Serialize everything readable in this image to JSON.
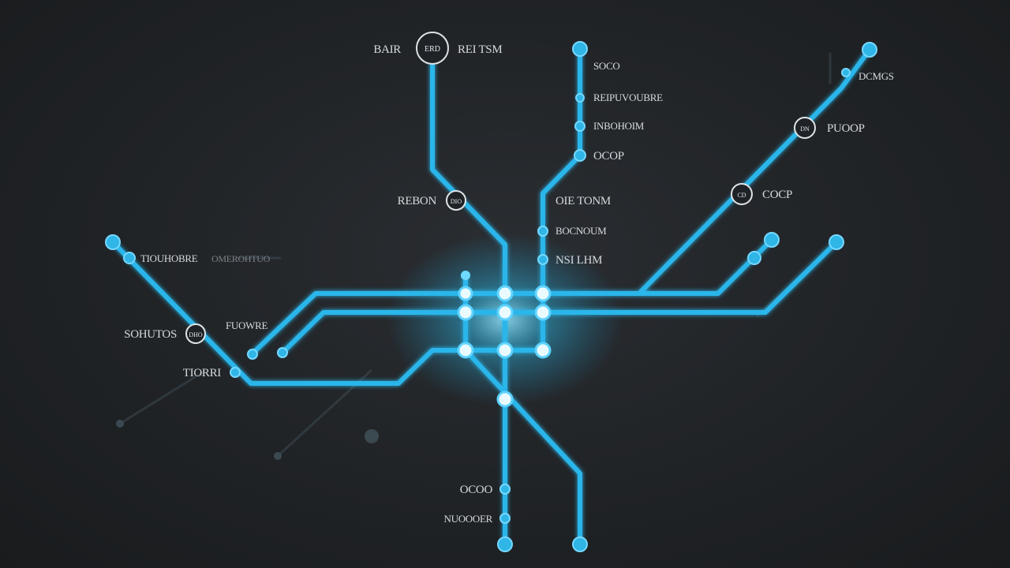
{
  "colors": {
    "line": "#29b6ea",
    "glow": "#7fe3ff",
    "background": "#202326",
    "text": "#d6dade"
  },
  "labels": {
    "bau": "BAIR",
    "rei_tsm": "REI TSM",
    "ring_top": "ERD",
    "sco": "SOCO",
    "reipuvoubre": "REIPUVOUBRE",
    "inbohoim": "INBOHOIM",
    "ocor": "OCOP",
    "dcmgs": "DCMGS",
    "puoop": "PUOOP",
    "cocp": "COCP",
    "ring_puoop": "DN",
    "ring_cocp": "CD",
    "rebon": "REBON",
    "ring_rebon": "DIO",
    "oie_tonm": "OIE TONM",
    "bocnoum": "BOCNOUM",
    "nsi_lhm": "NSI LHM",
    "tiouhobre": "TIOUHOBRE",
    "tiouhobre_faint": "OMEROHTUO",
    "sonuos": "SOHUTOS",
    "ring_sonuos": "DHO",
    "fuowre": "FUOWRE",
    "tiorri": "TIORRI",
    "ocoo": "OCOO",
    "nuoooer": "NUOOOER"
  }
}
